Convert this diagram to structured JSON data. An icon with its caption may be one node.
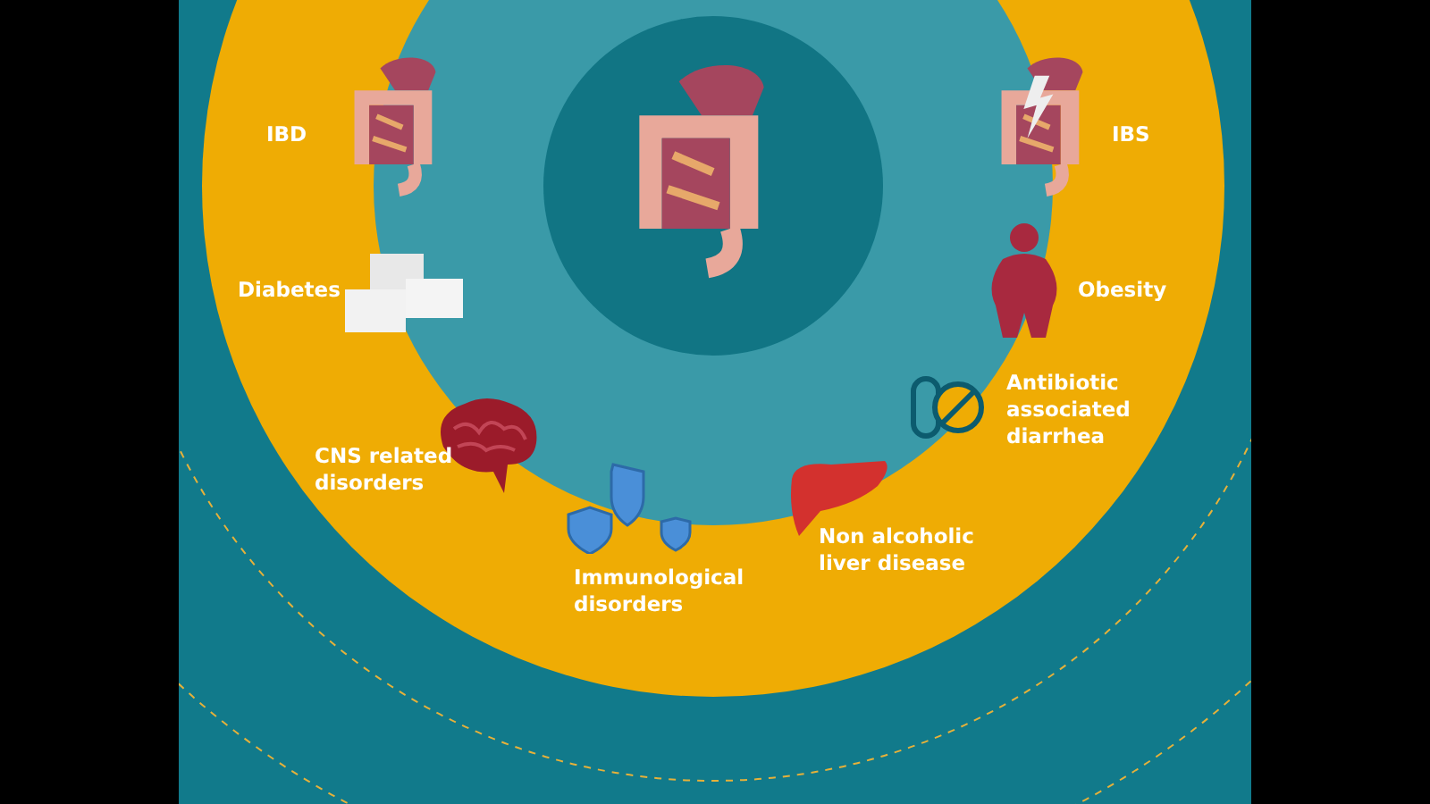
{
  "diagram": {
    "labels": [
      "IBD",
      "IBS",
      "Diabetes",
      "Obesity",
      "Antibiotic associated diarrhea",
      "CNS related disorders",
      "Non alcoholic liver disease",
      "Immunological disorders"
    ]
  }
}
